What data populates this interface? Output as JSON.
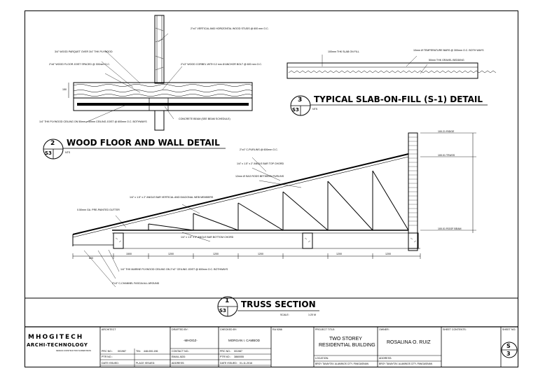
{
  "details": {
    "wood_floor": {
      "number": "2",
      "sheet_ref": "S3",
      "title": "WOOD FLOOR AND WALL DETAIL",
      "scale": "NTS",
      "notes": [
        "2\"x4\" VERTICAL AND HORIZONTAL WOOD STUDS @ 600 mm O.C.",
        "3/4\" WOOD PARQUET OVER 3/4\" THK PLYWOOD",
        "2\"x6\" WOOD FLOOR JOIST SPACED @ 300mm O.C.",
        "2\"x3\" WOOD CORBEL WITH 12 mm Ø ANCHOR BOLT @ 600 mm O.C.",
        "1/4\" THK PLYWOOD CEILING ON 50mm x 50mm CEILING JOIST @ 600mm O.C. BOTHWAYS",
        "CONCRETE BEAM (SEE BEAM SCHEDULE)"
      ],
      "dimension": "150"
    },
    "slab_on_fill": {
      "number": "3",
      "sheet_ref": "S3",
      "title": "TYPICAL SLAB-ON-FILL (S-1) DETAIL",
      "scale": "NTS",
      "notes": [
        "100mm THK SLAB ON FILL",
        "10mm Ø TEMPERATURE BARS @ 300mm O.C. BOTH WAYS",
        "50mm THK GRAVEL BEDDING"
      ]
    },
    "truss": {
      "number": "1",
      "sheet_ref": "S3",
      "title": "TRUSS SECTION",
      "scale_label": "SCALE:",
      "scale": "1:20 M",
      "notes": [
        "2\"x4\" C-PURLINS @ 600mm O.C.",
        "1/4\" x 1.5\" x 2\" ANGLE BAR TOP CHORD",
        "12mm Ø SAG RODS BETWEEN PURLINS",
        "1/4\" x 1.5\" x 2\" ANGLE BAR VERTICAL AND DIAGONAL WEB MEMBERS",
        "0.50mm GA. PRE-PAINTED GUTTER",
        "1/4\" x 1.5\" x 2\" ANGLE BAR BOTTOM CHORD",
        "1/4\" THK MARINE PLYWOOD CEILING ON 2\"x2\" CEILING JOIST @ 600mm O.C. BOTHWAYS",
        "2\"x3\" C-CHANNEL FASCIA ALL AROUND"
      ],
      "levels": [
        "100.21 RIDGE",
        "100.01 TRUSS",
        "100.01 ROOF BEAM"
      ],
      "dims": [
        "600",
        "1500",
        "1200",
        "1200",
        "1200",
        "1200",
        "1200"
      ]
    }
  },
  "title_block": {
    "firm_line1": "MHOGITECH",
    "firm_line2": "ARCHI-TECHNOLOGY",
    "firm_small": "DESIGN CONSTRUCTION SUPERVISION",
    "architect_label": "ARCHITECT",
    "prc_label": "PRC NO.:",
    "prc_value": "001987",
    "tin_label": "TIN:",
    "tin_value": "448-000-196",
    "ptr_label": "PTR NO.:",
    "date_label": "DATE ISSUED:",
    "place_label": "PLACE ISSUED:",
    "drafted_label": "DRAFTED BY:",
    "drafted_value": "-MHOGZ-",
    "contact_label": "CONTACT NO.:",
    "email_label": "EMAIL ADD:",
    "address_label": "ADDRESS:",
    "checked_label": "CHECKED BY:",
    "checked_value": "MORGAN I. CAMBOD",
    "checked_prc_label": "PRC NO.:",
    "checked_prc_value": "001987",
    "checked_ptr_label": "PTR NO.:",
    "checked_ptr_value": "3860055",
    "checked_date_label": "DATE ISSUED:",
    "checked_date_value": "01-11-2016",
    "ra_label": "RA 9266",
    "project_label": "PROJECT TITLE:",
    "project_title_1": "TWO STOREY",
    "project_title_2": "RESIDENTIAL BUILDING",
    "location_label": "LOCATION:",
    "location_value": "BRGY TANAYTAY, ALAMINOS CITY, PANGASINAN",
    "owner_label": "OWNER:",
    "owner_value": "ROSALINA O. RUIZ",
    "address2_label": "ADDRESS:",
    "address2_value": "BRGY TANAYTAY, ALAMINOS CITY, PANGASINAN",
    "contents_label": "SHEET CONTENTS:",
    "sheet_no_label": "SHEET NO.:",
    "sheet_top": "S",
    "sheet_bottom": "3"
  }
}
